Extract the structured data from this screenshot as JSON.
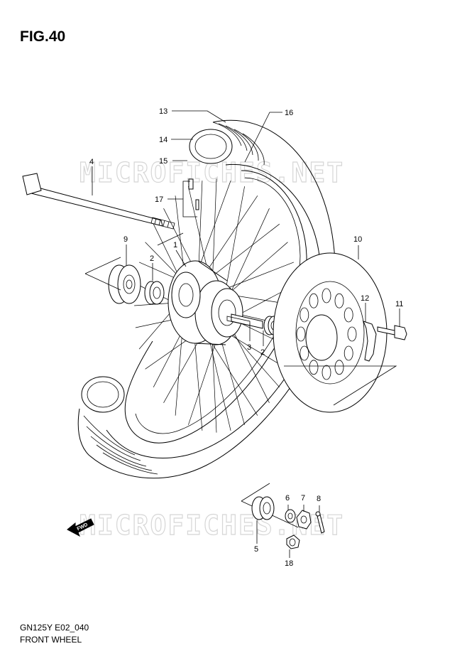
{
  "figure": {
    "title": "FIG.40",
    "model_code": "GN125Y E02_040",
    "name": "FRONT WHEEL"
  },
  "watermark": {
    "text": "MICROFICHES.NET"
  },
  "forward_arrow": {
    "label": "FWD"
  },
  "callouts": [
    {
      "id": "c13",
      "label": "13"
    },
    {
      "id": "c16",
      "label": "16"
    },
    {
      "id": "c14",
      "label": "14"
    },
    {
      "id": "c15",
      "label": "15"
    },
    {
      "id": "c4",
      "label": "4"
    },
    {
      "id": "c17",
      "label": "17"
    },
    {
      "id": "c9",
      "label": "9"
    },
    {
      "id": "c1",
      "label": "1"
    },
    {
      "id": "c2a",
      "label": "2"
    },
    {
      "id": "c10",
      "label": "10"
    },
    {
      "id": "c12",
      "label": "12"
    },
    {
      "id": "c11",
      "label": "11"
    },
    {
      "id": "c3",
      "label": "3"
    },
    {
      "id": "c2b",
      "label": "2"
    },
    {
      "id": "c6",
      "label": "6"
    },
    {
      "id": "c7",
      "label": "7"
    },
    {
      "id": "c8",
      "label": "8"
    },
    {
      "id": "c5",
      "label": "5"
    },
    {
      "id": "c18",
      "label": "18"
    }
  ]
}
